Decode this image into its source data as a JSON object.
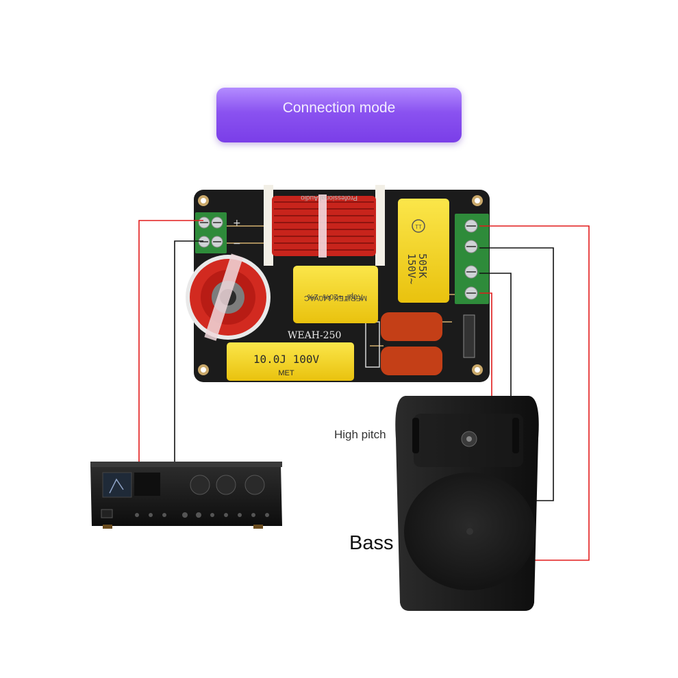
{
  "title": "Connection mode",
  "board": {
    "model": "WEAH-250",
    "silk_top": "Professional Audio",
    "cap_large": {
      "value": "10.0J 100V",
      "type": "MET"
    },
    "cap_mid": {
      "line1": "7.0µF +20% -2%",
      "line2": "MERITEK 140VAC"
    },
    "cap_box": {
      "line1": "505K",
      "line2": "150V~",
      "logo": "TT"
    }
  },
  "labels": {
    "high_pitch": "High pitch",
    "bass": "Bass"
  },
  "colors": {
    "title_bg": "#8a52f0",
    "wire_positive": "#e21b1b",
    "wire_negative": "#111111",
    "pcb": "#1a1a1a",
    "coil": "#c8241c",
    "capacitor": "#f5d51c",
    "resistor": "#c43f17",
    "terminal": "#2e8b3a"
  },
  "icons": {
    "amplifier": "amplifier-icon",
    "speaker": "speaker-icon"
  }
}
